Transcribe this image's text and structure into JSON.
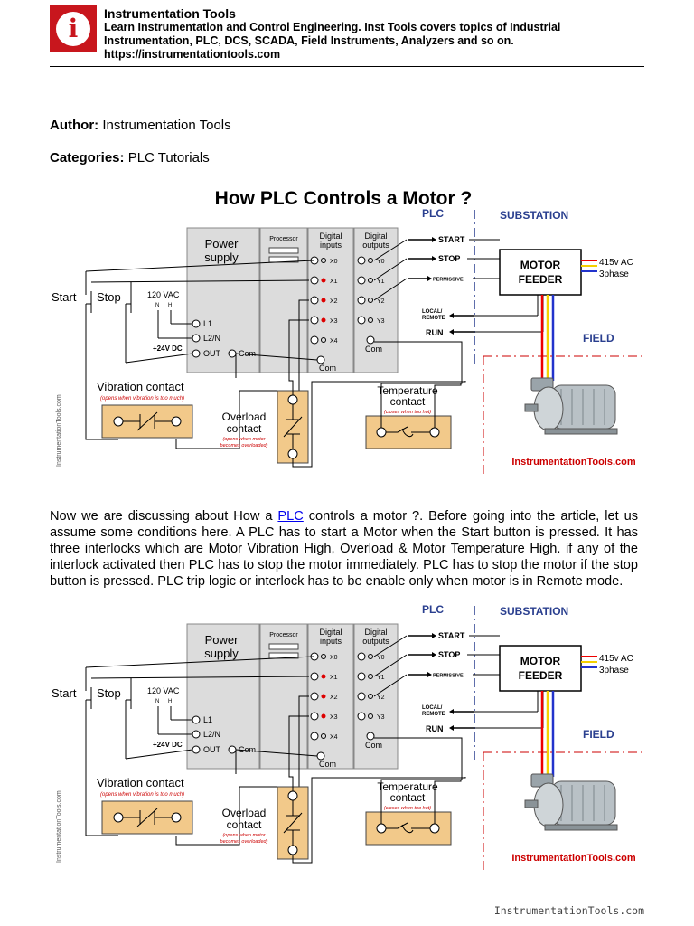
{
  "header": {
    "title": "Instrumentation Tools",
    "line1": "Learn Instrumentation and Control Engineering. Inst Tools covers topics of Industrial",
    "line2": "Instrumentation, PLC, DCS, SCADA, Field Instruments, Analyzers and so on.",
    "url": "https://instrumentationtools.com"
  },
  "author": {
    "label": "Author:",
    "value": "Instrumentation Tools"
  },
  "categories": {
    "label": "Categories:",
    "value": "PLC Tutorials"
  },
  "diagram": {
    "title": "How PLC Controls a Motor ?",
    "power_supply_1": "Power",
    "power_supply_2": "supply",
    "processor": "Processor",
    "di_1": "Digital",
    "di_2": "inputs",
    "do_1": "Digital",
    "do_2": "outputs",
    "x0": "X0",
    "x1": "X1",
    "x2": "X2",
    "x3": "X3",
    "x4": "X4",
    "y0": "Y0",
    "y1": "Y1",
    "y2": "Y2",
    "y3": "Y3",
    "com": "Com",
    "start": "Start",
    "stop": "Stop",
    "vac": "120 VAC",
    "n": "N",
    "h": "H",
    "l1": "L1",
    "l2n": "L2/N",
    "out": "OUT",
    "dc24": "+24V DC",
    "plc": "PLC",
    "substation": "SUBSTATION",
    "sig_start": "START",
    "sig_stop": "STOP",
    "sig_permissive": "PERMISSIVE",
    "sig_local_1": "LOCAL/",
    "sig_local_2": "REMOTE",
    "sig_run": "RUN",
    "motor_1": "MOTOR",
    "motor_2": "FEEDER",
    "ac": "415v AC",
    "phase": "3phase",
    "field": "FIELD",
    "vibration": "Vibration contact",
    "vibration_note": "(opens when vibration is too much)",
    "overload_1": "Overload",
    "overload_2": "contact",
    "overload_note_1": "(opens when motor",
    "overload_note_2": "becomes overloaded)",
    "temp_1": "Temperature",
    "temp_2": "contact",
    "temp_note": "(closes when too hot)",
    "brand": "InstrumentationTools.com",
    "side_brand": "InstrumentationTools.com"
  },
  "paragraph": {
    "before_link": "Now we are discussing about How a ",
    "link": "PLC",
    "after_link": " controls a motor ?. Before going into the article, let us assume some conditions here. A PLC has to start a Motor when the Start button is pressed. It has three interlocks which are Motor Vibration High, Overload & Motor Temperature High. if any of the interlock activated then PLC has to stop the motor immediately. PLC has to stop the motor if the stop button is pressed. PLC trip logic or interlock has to be enable only when motor is in Remote mode."
  },
  "footer": "InstrumentationTools.com"
}
